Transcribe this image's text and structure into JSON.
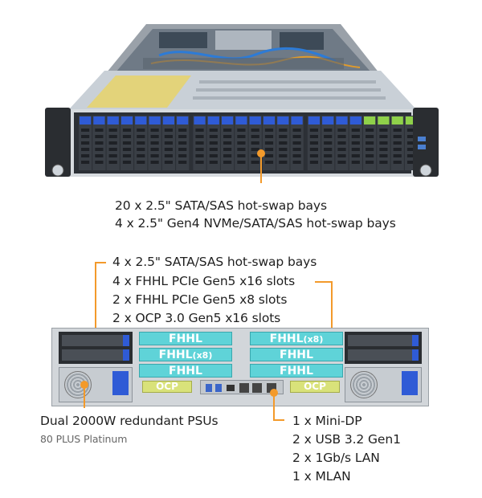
{
  "front": {
    "bays_line1": "20 x 2.5\" SATA/SAS hot-swap bays",
    "bays_line2": "4 x 2.5\" Gen4 NVMe/SATA/SAS hot-swap bays"
  },
  "rear": {
    "top_labels": [
      "4 x 2.5\" SATA/SAS hot-swap bays",
      "4 x FHHL PCIe Gen5 x16 slots",
      "2 x FHHL PCIe Gen5 x8 slots",
      "2 x OCP 3.0 Gen5 x16 slots"
    ],
    "slots": {
      "fhhl": "FHHL",
      "x8": "(x8)",
      "ocp": "OCP"
    },
    "psu_title": "Dual 2000W redundant PSUs",
    "psu_sub": "80 PLUS Platinum",
    "io_labels": [
      "1 x Mini-DP",
      "2 x USB 3.2 Gen1",
      "2 x 1Gb/s LAN",
      "1 x MLAN"
    ]
  },
  "colors": {
    "callout": "#f39a2b",
    "pcie_slot": "#5fd3d8",
    "ocp_slot": "#d9e27a",
    "drive_blue": "#2f5bd6",
    "drive_green": "#8fd14a"
  }
}
